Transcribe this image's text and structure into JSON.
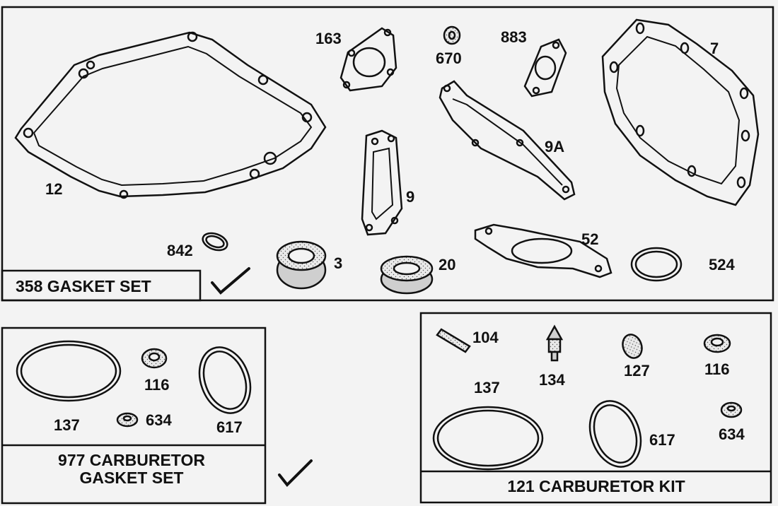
{
  "panels": {
    "gasket_set": {
      "title": "358 GASKET SET",
      "parts": {
        "p12": "12",
        "p163": "163",
        "p670": "670",
        "p883": "883",
        "p7": "7",
        "p9A": "9A",
        "p9": "9",
        "p842": "842",
        "p3": "3",
        "p20": "20",
        "p52": "52",
        "p524": "524"
      }
    },
    "carb_gasket_set": {
      "title_line1": "977 CARBURETOR",
      "title_line2": "GASKET SET",
      "parts": {
        "p137": "137",
        "p116": "116",
        "p634": "634",
        "p617": "617"
      }
    },
    "carb_kit": {
      "title": "121 CARBURETOR KIT",
      "parts": {
        "p104": "104",
        "p134": "134",
        "p127": "127",
        "p116": "116",
        "p137": "137",
        "p617": "617",
        "p634": "634"
      }
    }
  }
}
